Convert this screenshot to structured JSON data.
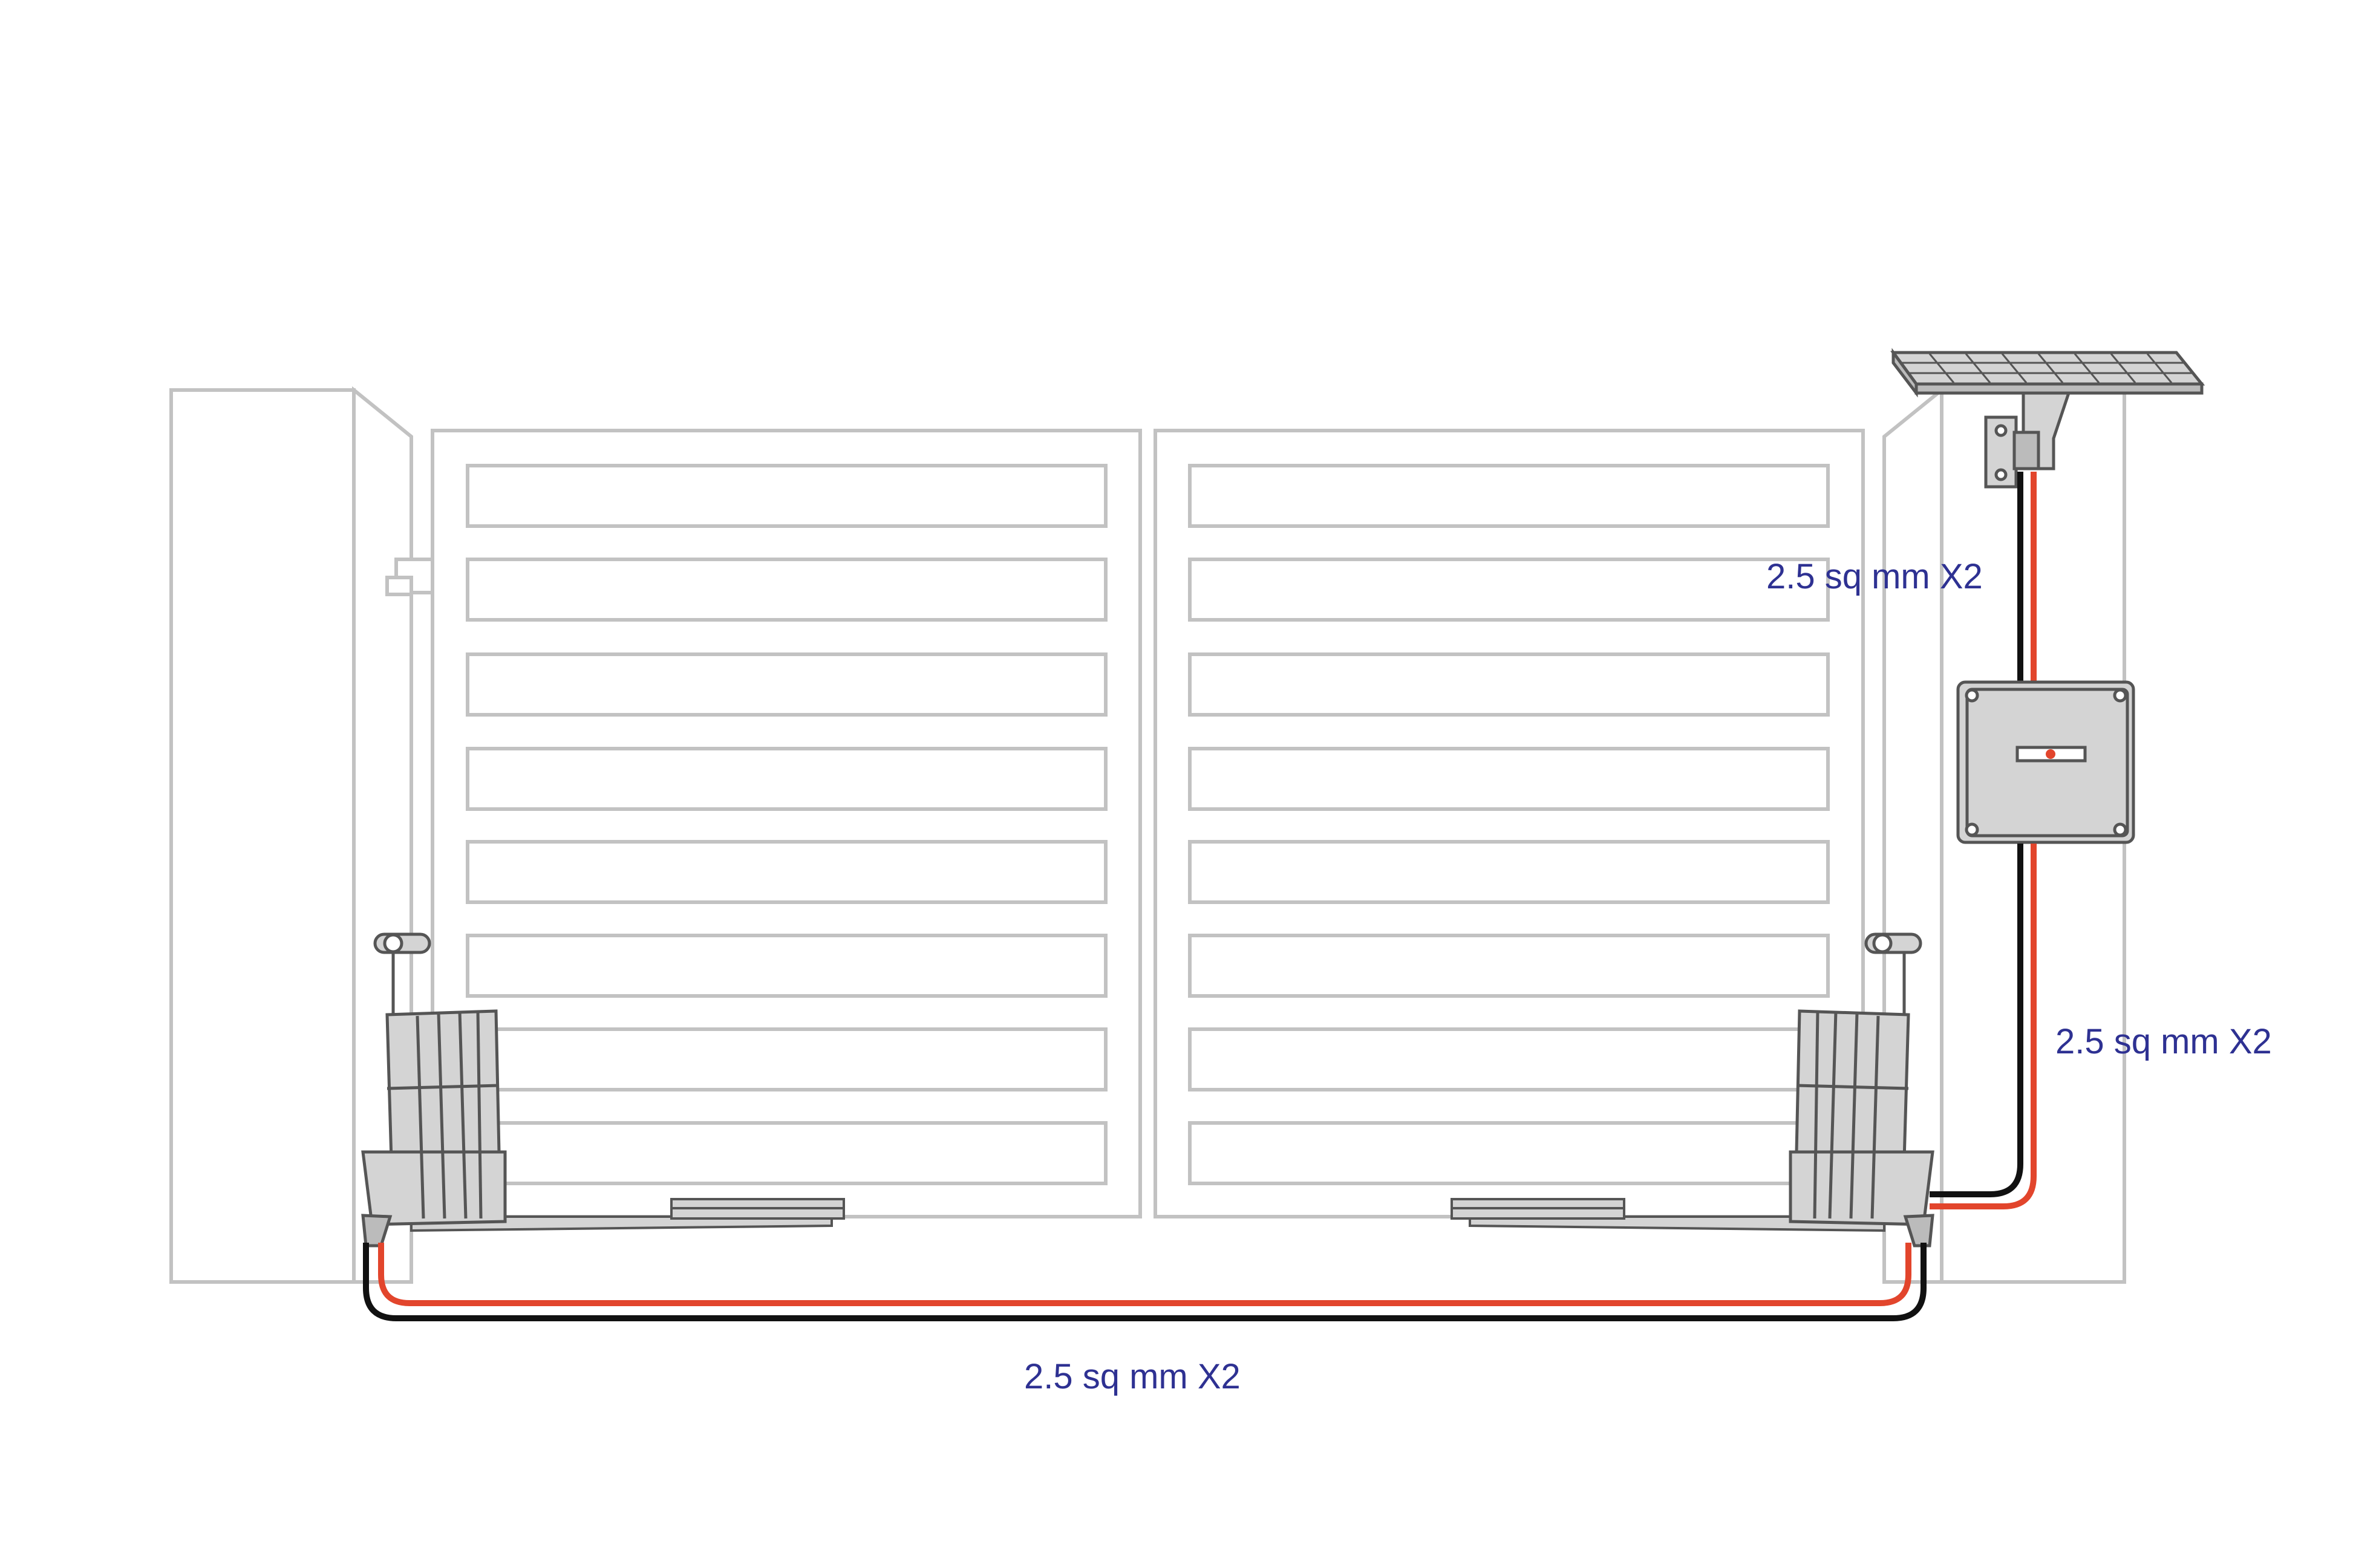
{
  "labels": {
    "top_cable": "2.5 sq mm X2",
    "right_cable": "2.5 sq mm X2",
    "bottom_cable": "2.5 sq mm X2"
  },
  "colors": {
    "outline": "#c2c2c2",
    "label_text": "#2e3192",
    "wire_red": "#e2452c",
    "wire_black": "#111111",
    "device_fill": "#d4d4d4",
    "device_stroke": "#555555"
  }
}
